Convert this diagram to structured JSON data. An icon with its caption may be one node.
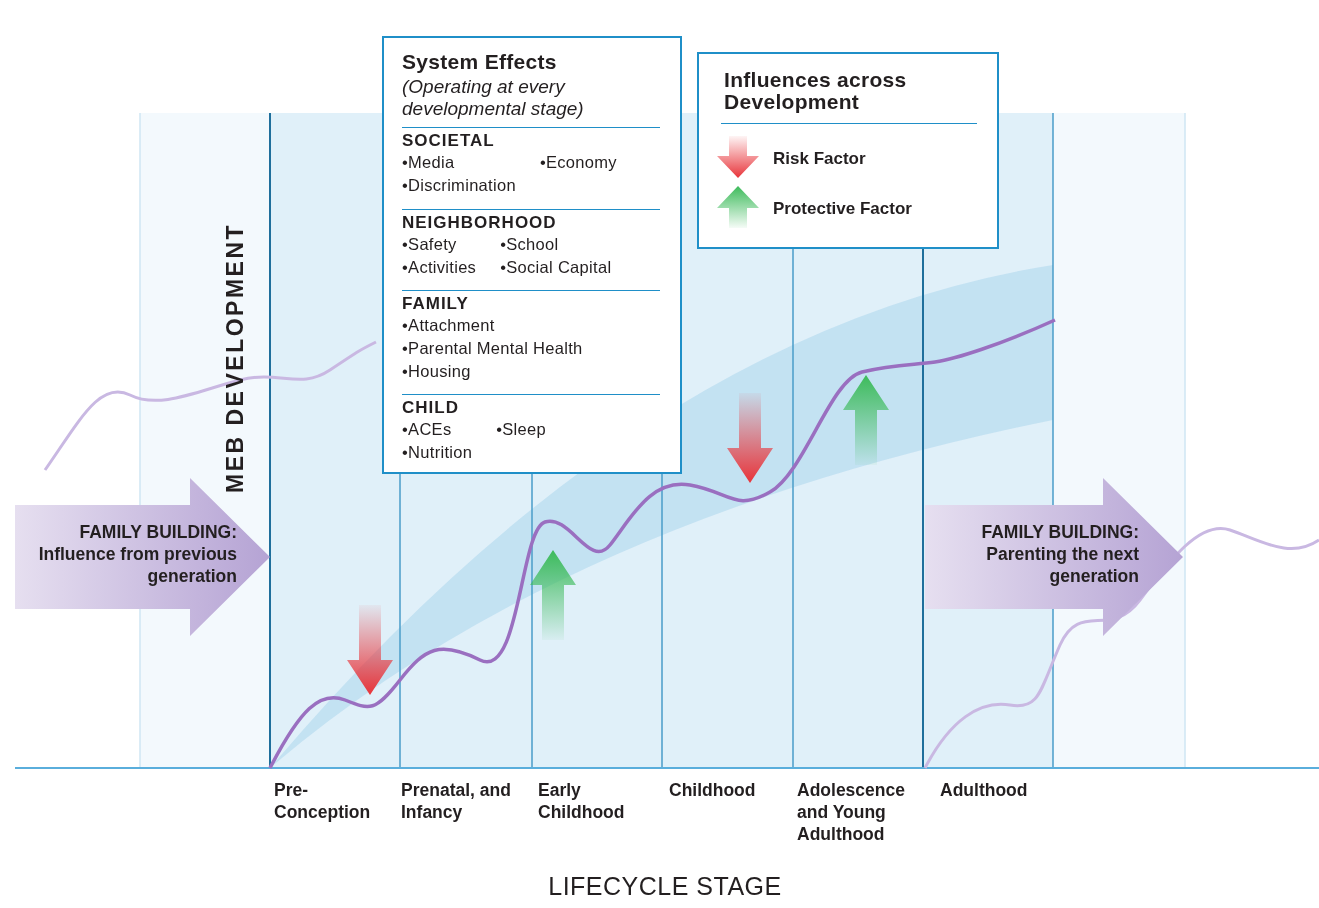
{
  "diagram": {
    "nodes": [
      {
        "text": [
          "System Effects",
          "(Operating at every developmental stage)"
        ]
      },
      {
        "text": [
          "SOCIETAL",
          "•Media",
          "•Economy",
          "•Discrimination"
        ],
        "in": 0
      },
      {
        "text": [
          "NEIGHBORHOOD",
          "•Safety",
          "•School",
          "•Activities",
          "•Social Capital"
        ],
        "in": 0
      },
      {
        "text": [
          "FAMILY",
          "•Attachment",
          "•Parental Mental Health",
          "•Housing"
        ],
        "in": 0
      },
      {
        "text": [
          "CHILD",
          "•ACEs",
          "•Sleep",
          "•Nutrition"
        ],
        "in": 0
      },
      {
        "text": [
          "Influences across Development"
        ]
      },
      {
        "text": [
          "FAMILY BUILDING:",
          "Influence from previous generation"
        ]
      },
      {
        "text": [
          "FAMILY BUILDING:",
          "Parenting the next generation"
        ]
      }
    ],
    "labels": [
      "MEB DEVELOPMENT",
      "Pre- Conception",
      "Prenatal, and Infancy",
      "Early Childhood",
      "Childhood",
      "Adolescence and Young Adulthood",
      "Adulthood",
      "LIFECYCLE STAGE"
    ],
    "legend": [
      {
        "text": "Risk Factor"
      },
      {
        "text": "Protective Factor"
      }
    ]
  }
}
